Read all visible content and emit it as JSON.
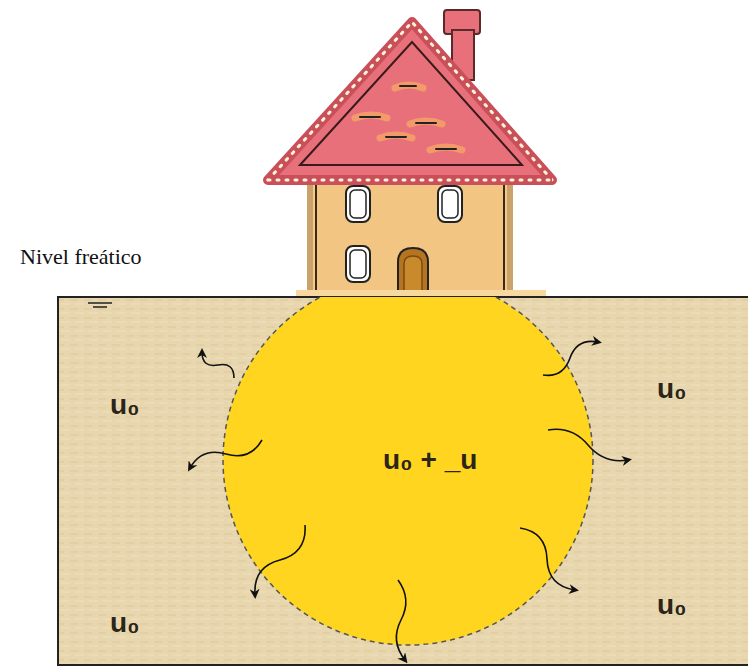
{
  "diagram": {
    "nodes": [
      {
        "text": [
          "u₀",
          "u₀",
          "u₀",
          "u₀"
        ]
      },
      {
        "text": [
          "u₀ + _u"
        ],
        "in": 0
      }
    ],
    "labels": [
      "Nivel freático"
    ]
  }
}
